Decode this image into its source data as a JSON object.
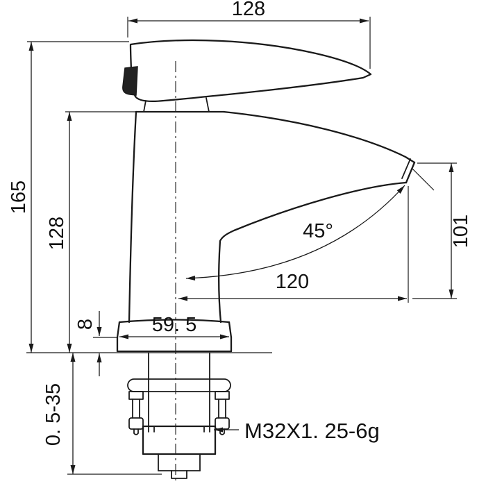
{
  "drawing": {
    "dimensions": {
      "top_width": "128",
      "total_height": "165",
      "body_height": "128",
      "spout_height": "101",
      "spout_reach": "120",
      "spout_angle": "45°",
      "base_width": "59. 5",
      "flange_thickness": "8",
      "mounting_thickness_range": "0. 5-35",
      "thread_spec": "M32X1. 25-6g"
    },
    "line_color": "#1a1a1a",
    "background_color": "#ffffff"
  }
}
